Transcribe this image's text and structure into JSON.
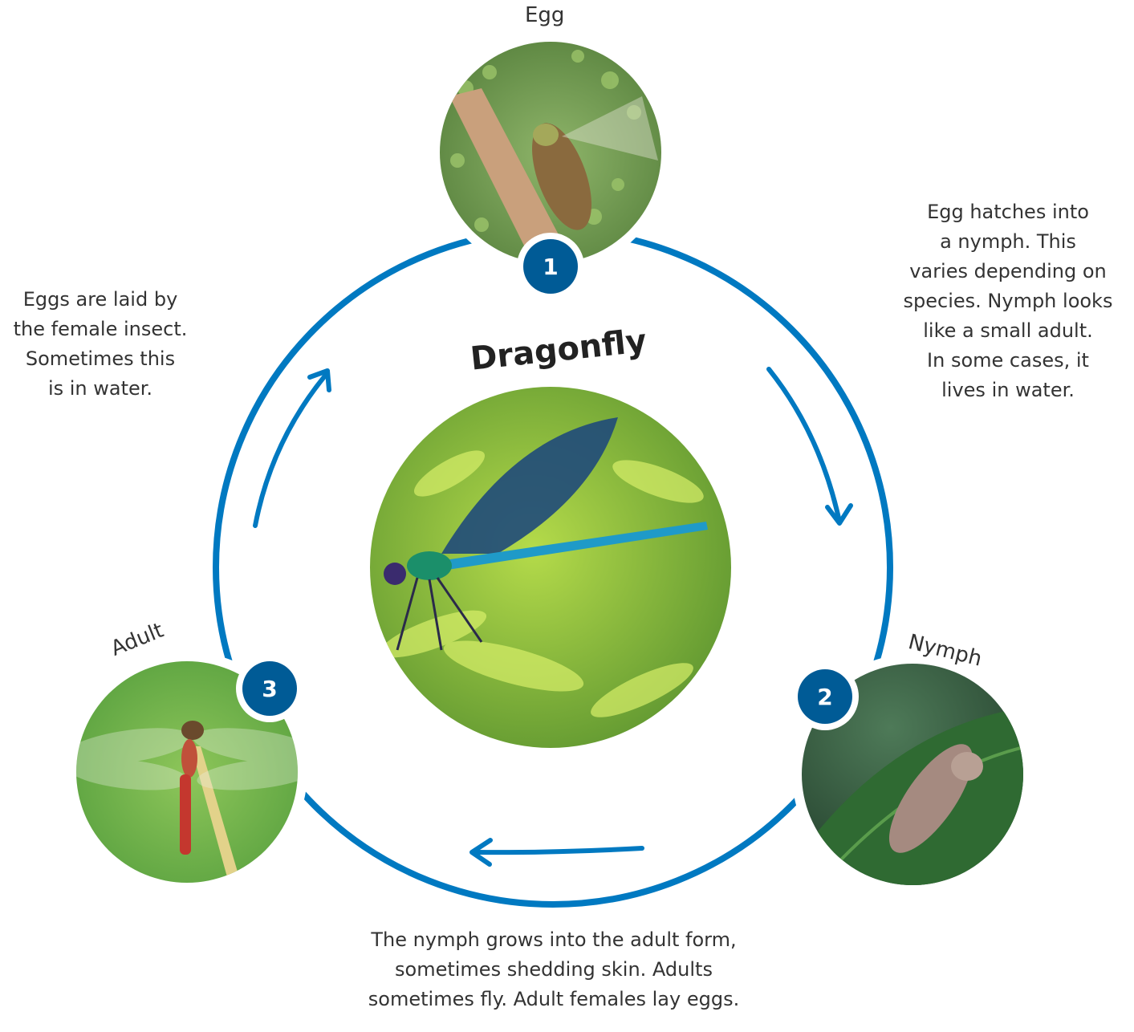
{
  "title": "Dragonfly",
  "accent_color": "#0079c1",
  "badge_color": "#005b96",
  "stages": [
    {
      "number": "1",
      "name": "Egg",
      "photo": "dragonfly-laying-eggs-photo",
      "caption": [
        "Eggs are laid by",
        "the female insect.",
        "Sometimes this",
        "is in water."
      ]
    },
    {
      "number": "2",
      "name": "Nymph",
      "photo": "nymph-shed-skin-on-leaf-photo",
      "caption": [
        "Egg hatches into",
        "a nymph. This",
        "varies depending on",
        "species. Nymph looks",
        "like a small adult.",
        "In some cases, it",
        "lives in water."
      ]
    },
    {
      "number": "3",
      "name": "Adult",
      "photo": "red-dragonfly-on-stem-photo",
      "caption": [
        "The nymph grows into the adult form,",
        "sometimes shedding skin. Adults",
        "sometimes fly. Adult females lay eggs."
      ]
    }
  ],
  "center_photo": "blue-damselfly-on-fern-photo"
}
